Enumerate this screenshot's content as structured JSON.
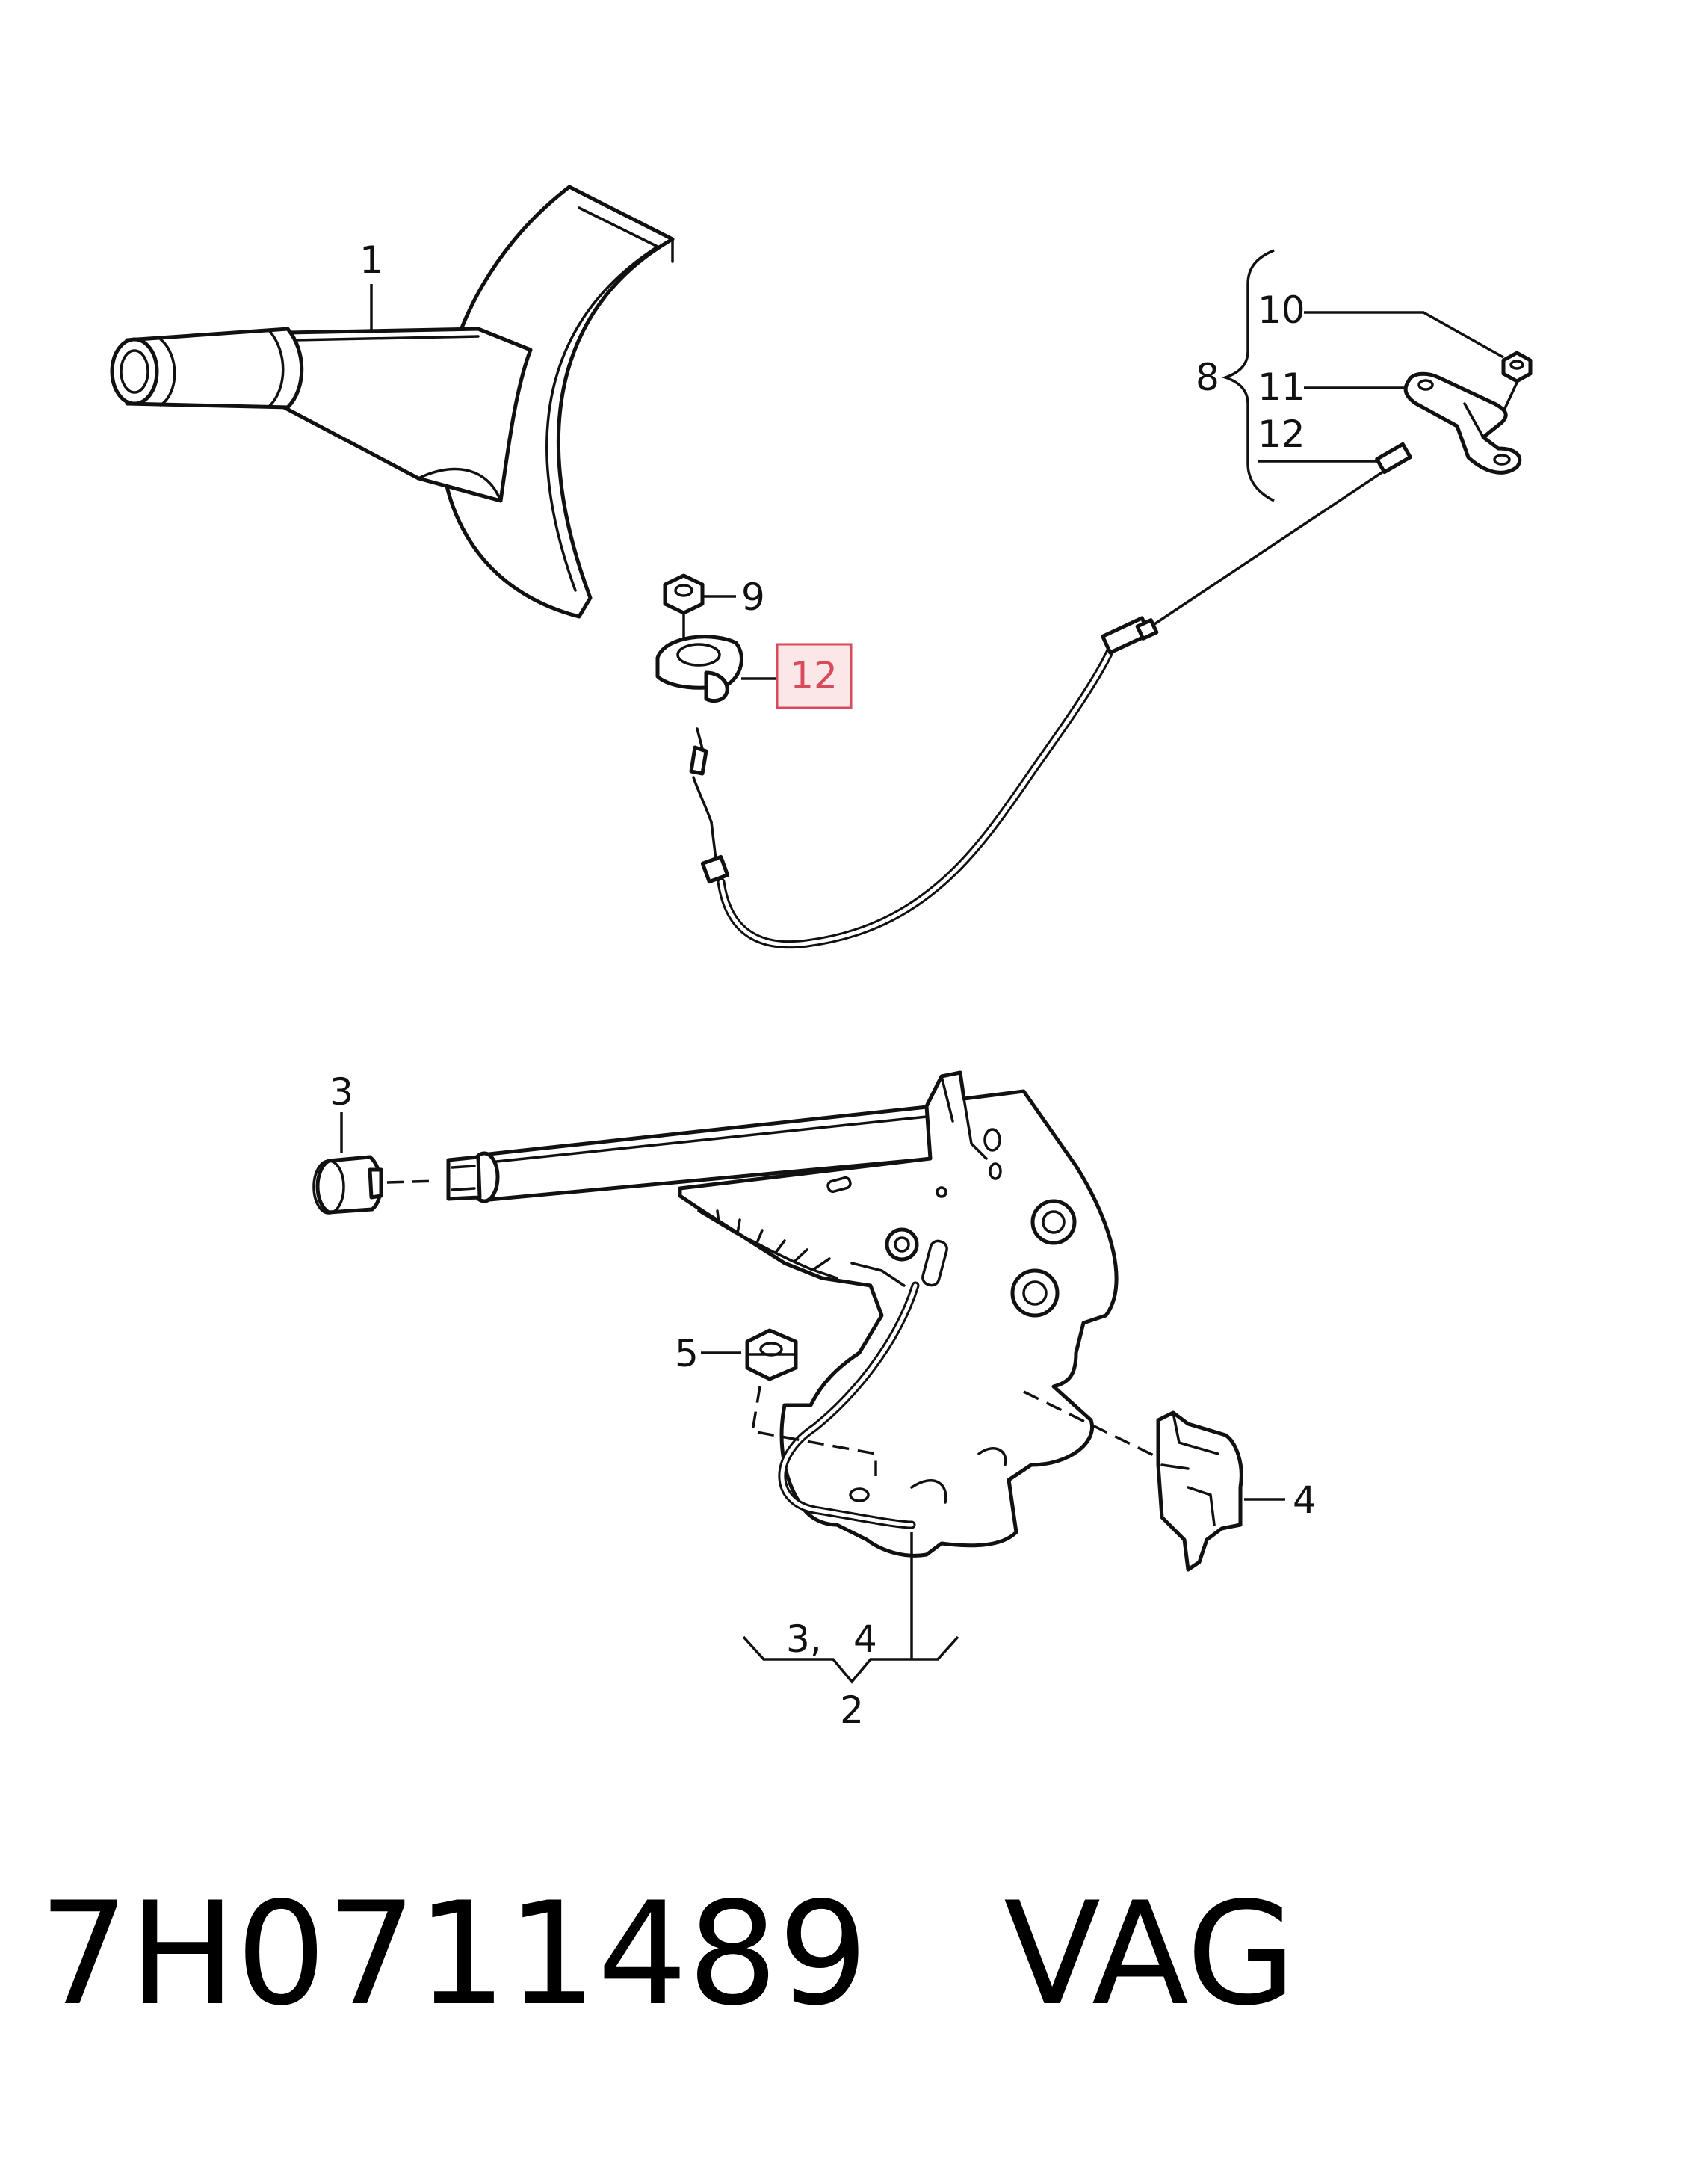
{
  "diagram": {
    "callouts": {
      "c1": "1",
      "c2": "2",
      "c3_top": "3",
      "c3_group": "3,",
      "c4_group": "4",
      "c4_right": "4",
      "c5": "5",
      "c8": "8",
      "c9": "9",
      "c10": "10",
      "c11": "11",
      "c12_group": "12",
      "c12_highlighted": "12"
    },
    "highlight_color": "#d94a5a",
    "highlight_fill": "#fbe6e8"
  },
  "caption": {
    "part_number": "7H0711489",
    "brand": "VAG"
  }
}
